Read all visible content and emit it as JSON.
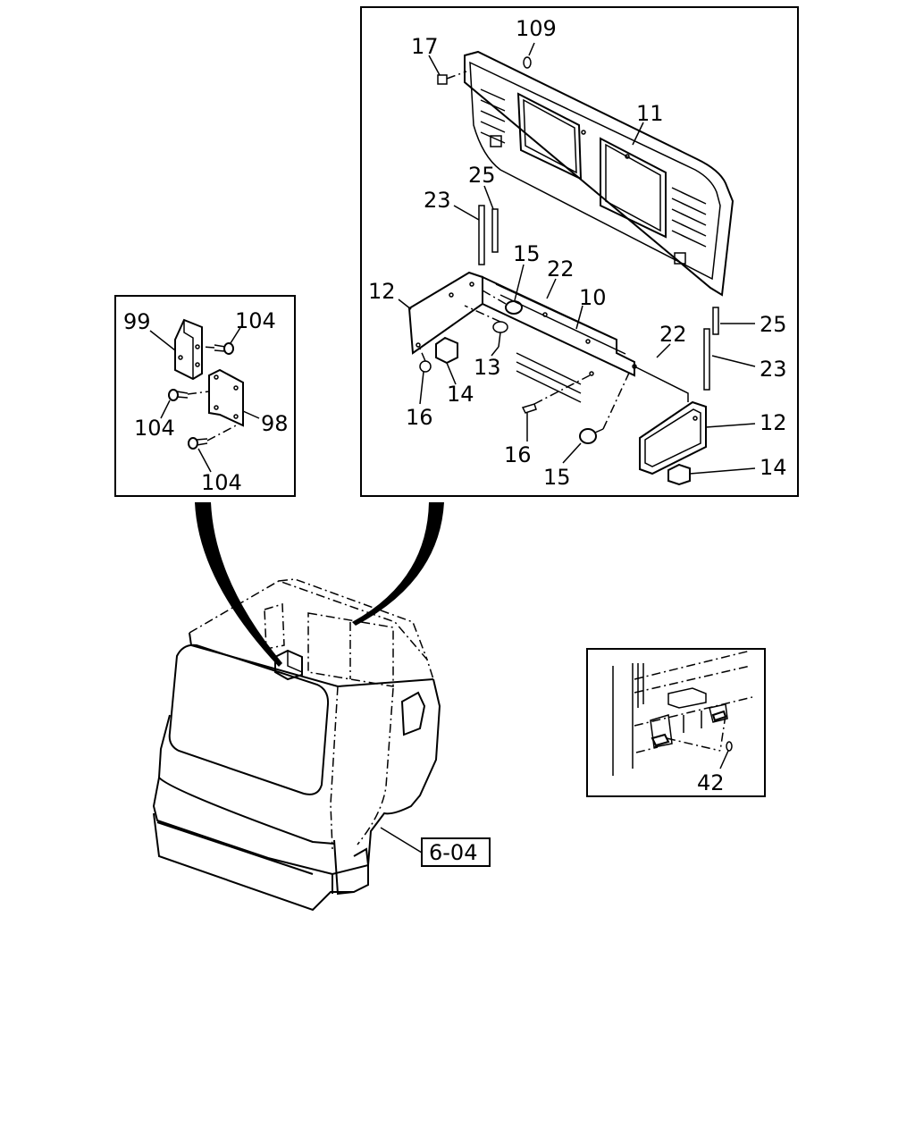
{
  "callouts": {
    "main": {
      "c109": "109",
      "c17": "17",
      "c11": "11",
      "c25a": "25",
      "c23a": "23",
      "c15a": "15",
      "c22a": "22",
      "c12a": "12",
      "c10": "10",
      "c22b": "22",
      "c25b": "25",
      "c13": "13",
      "c23b": "23",
      "c14a": "14",
      "c16a": "16",
      "c12b": "12",
      "c16b": "16",
      "c15b": "15",
      "c14b": "14"
    },
    "left_box": {
      "c99": "99",
      "c104a": "104",
      "c104b": "104",
      "c98": "98",
      "c104c": "104"
    },
    "detail_box": {
      "c42": "42"
    },
    "reference": "6-04"
  }
}
